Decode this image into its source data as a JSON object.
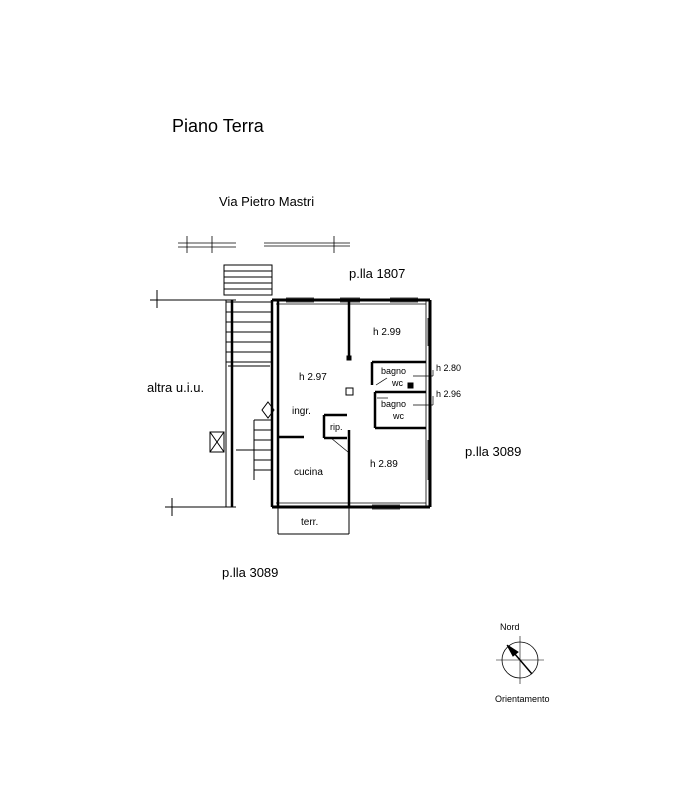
{
  "title": "Piano Terra",
  "street": "Via Pietro Mastri",
  "neighbors": {
    "north": "p.lla 1807",
    "east": "p.lla 3089",
    "south": "p.lla 3089",
    "west": "altra u.i.u."
  },
  "rooms": {
    "room_left": "h 2.97",
    "room_top_right": "h 2.99",
    "room_bottom_right": "h 2.89",
    "ingresso": "ingr.",
    "cucina": "cucina",
    "ripostiglio": "rip.",
    "bagno_1": {
      "name": "bagno",
      "sub": "wc",
      "height": "h 2.80"
    },
    "bagno_2": {
      "name": "bagno",
      "sub": "wc",
      "height": "h 2.96"
    },
    "terrazzo": "terr."
  },
  "compass": {
    "north_label": "Nord",
    "caption": "Orientamento"
  },
  "colors": {
    "line": "#000000",
    "background": "#ffffff"
  }
}
